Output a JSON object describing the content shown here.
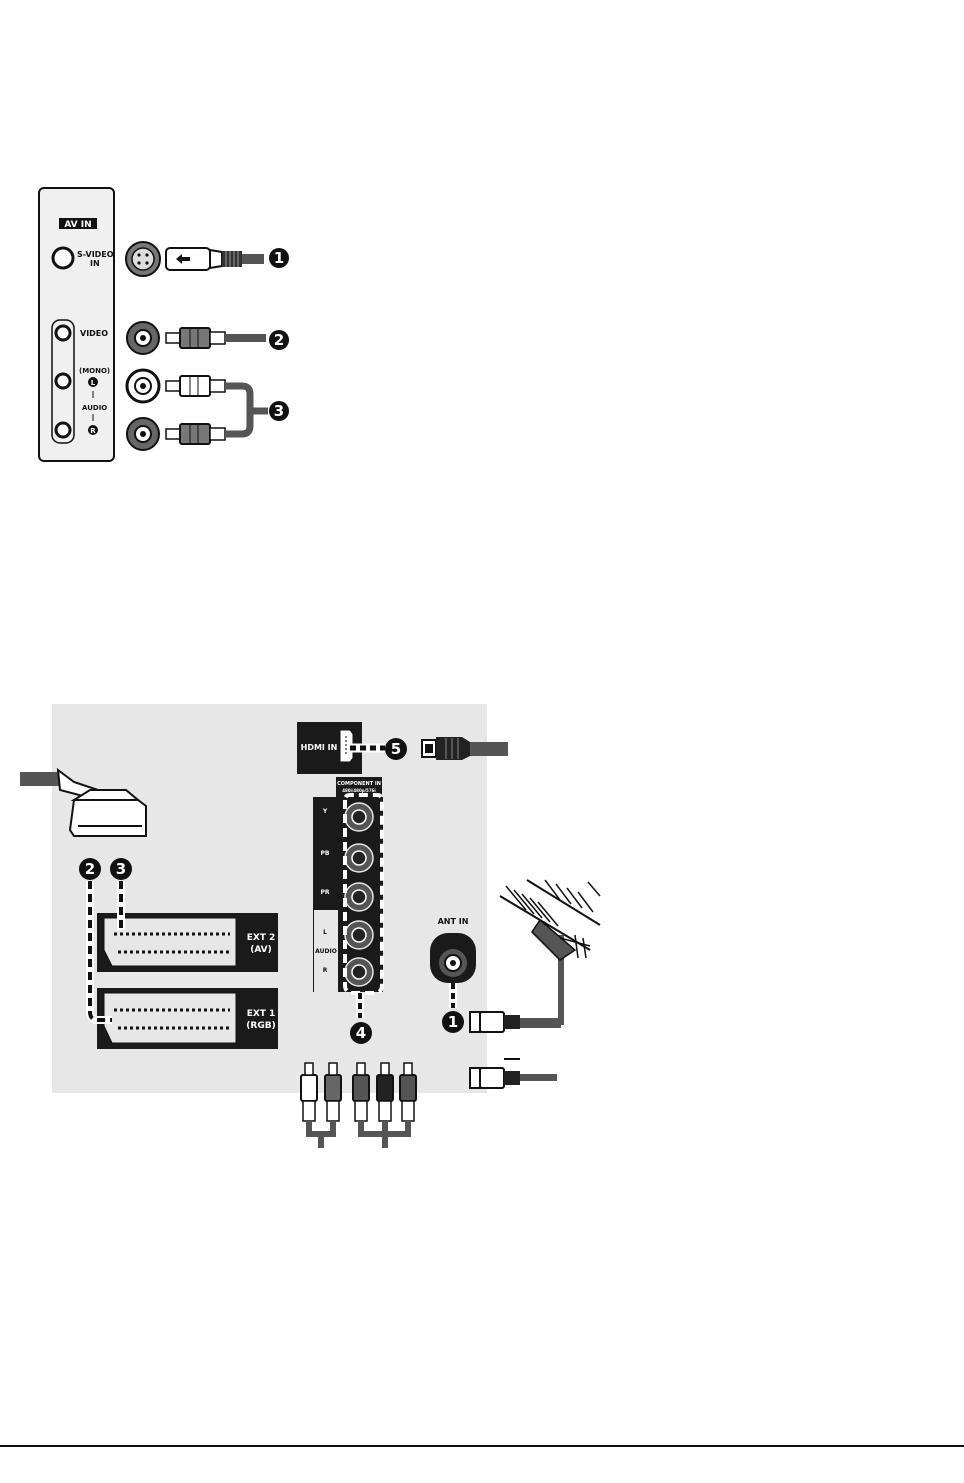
{
  "top_panel": {
    "av_in": "AV IN",
    "svideo_line1": "S-VIDEO",
    "svideo_line2": "IN",
    "video": "VIDEO",
    "mono": "(MONO)",
    "audio": "AUDIO",
    "left_marker": "L",
    "right_marker": "R"
  },
  "callouts": [
    "1",
    "2",
    "3",
    "4",
    "5"
  ],
  "bottom_panel": {
    "hdmi_in": "HDMI IN",
    "component_in": "COMPONENT IN",
    "component_sub": "480i/480p/576i",
    "comp_y": "Y",
    "comp_pb": "PB",
    "comp_pr": "PR",
    "audio": "AUDIO",
    "left_marker": "L",
    "right_marker": "R",
    "ext2_line1": "EXT 2",
    "ext2_line2": "(AV)",
    "ext1_line1": "EXT 1",
    "ext1_line2": "(RGB)",
    "ant_in": "ANT IN"
  },
  "colors": {
    "panel_gray": "#e7e7e7",
    "panel_dark": "#1a1a1a",
    "cable_gray": "#555555"
  }
}
